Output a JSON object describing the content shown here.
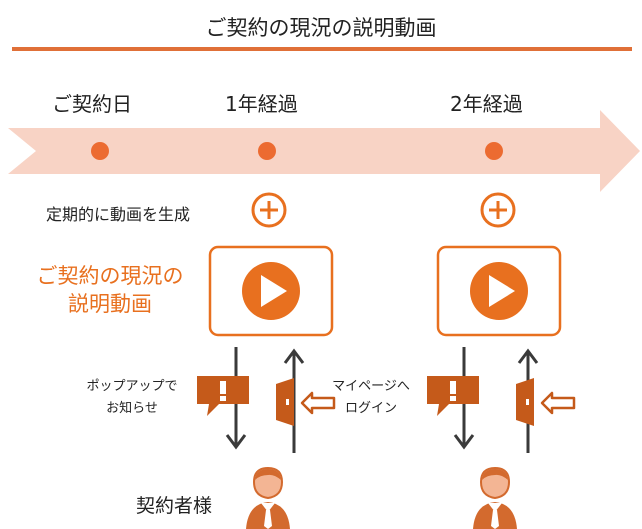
{
  "title": "ご契約の現況の説明動画",
  "milestones": [
    {
      "label": "ご契約日"
    },
    {
      "label": "1年経過"
    },
    {
      "label": "2年経過"
    }
  ],
  "generate_label": "定期的に動画を生成",
  "video_title_line1": "ご契約の現況の",
  "video_title_line2": "説明動画",
  "popup_line1": "ポップアップで",
  "popup_line2": "お知らせ",
  "login_line1": "マイページへ",
  "login_line2": "ログイン",
  "contractor_label": "契約者様",
  "colors": {
    "accent": "#e8701f",
    "accent_dark": "#c55a1a",
    "band": "#f8d3c5",
    "dot": "#ec6b31",
    "dark_arrow": "#3a3a3a",
    "rule": "#e07038"
  },
  "icons": [
    "plus-circle-icon",
    "play-button-icon",
    "alert-bubble-icon",
    "door-login-icon",
    "person-icon",
    "arrow-down-icon",
    "arrow-up-icon"
  ]
}
